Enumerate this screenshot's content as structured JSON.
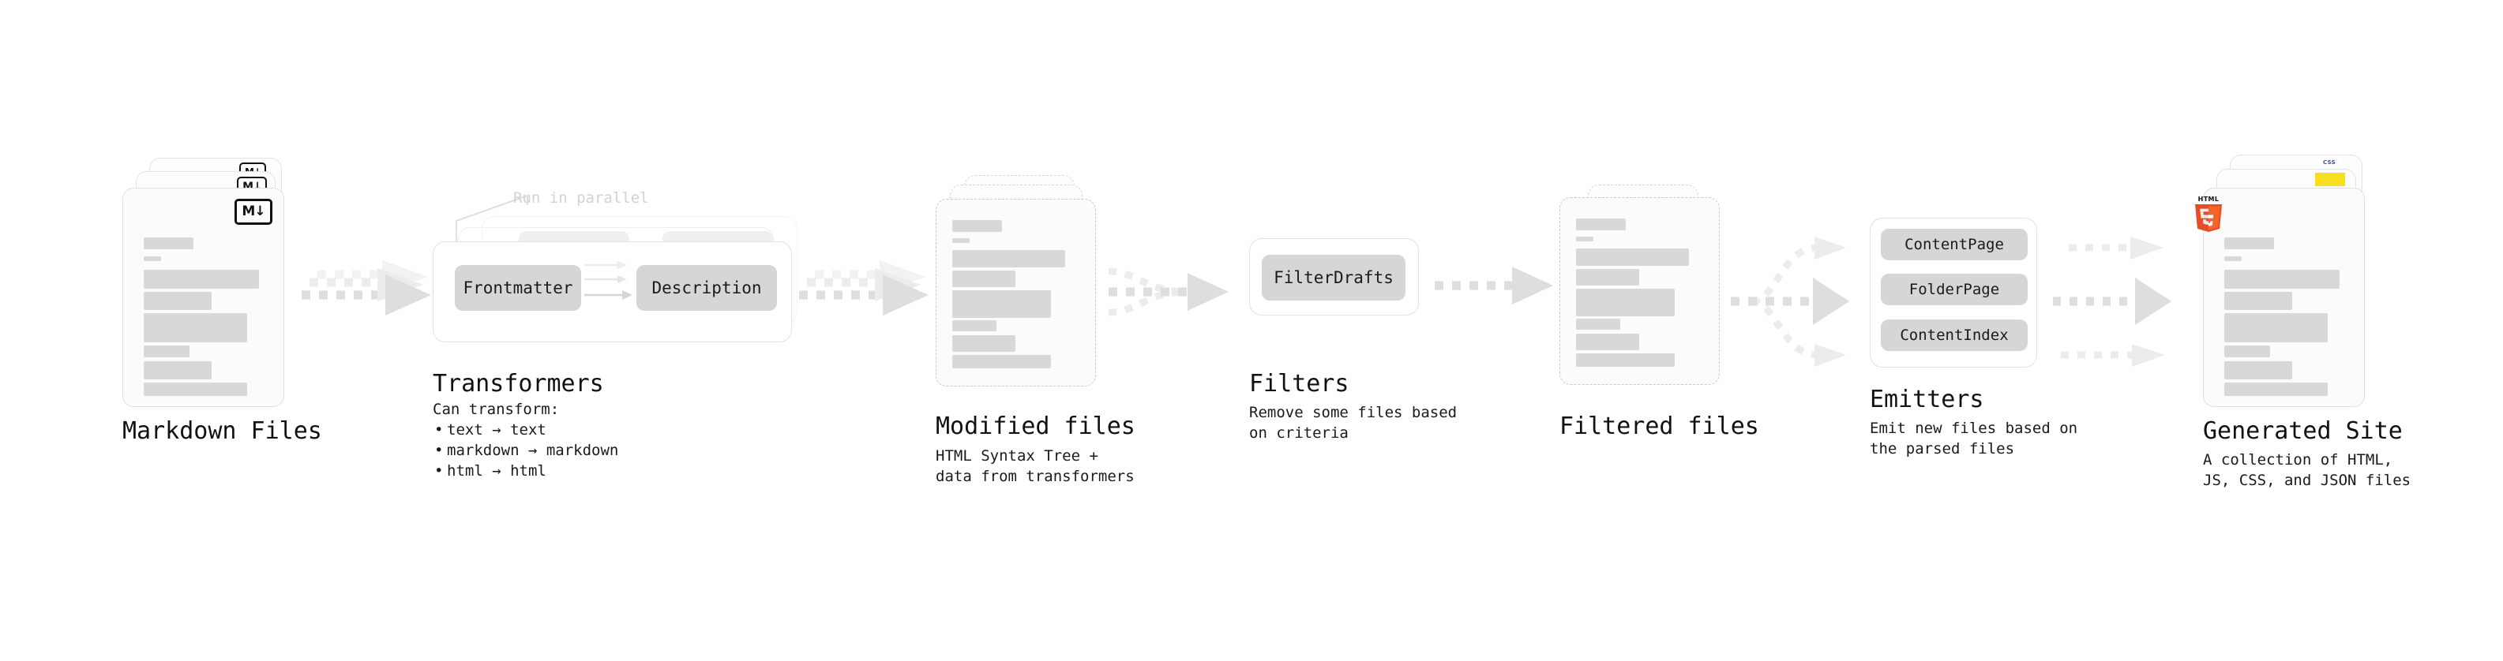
{
  "diagram": {
    "type": "pipeline-flow",
    "background": "#ffffff",
    "accent_muted": "#d8d8d8",
    "stages": [
      {
        "id": "markdown-files",
        "title": "Markdown Files",
        "subtitle": "",
        "kind": "file-stack",
        "badge": "markdown-icon",
        "badge_text": "M↓"
      },
      {
        "id": "transformers",
        "title": "Transformers",
        "kind": "process-group",
        "note": "Run in parallel",
        "bullets_lead": "Can transform:",
        "bullets": [
          "text → text",
          "markdown → markdown",
          "html → html"
        ],
        "chips": [
          "Frontmatter",
          "Description"
        ]
      },
      {
        "id": "modified-files",
        "title": "Modified files",
        "subtitle": "HTML Syntax Tree +\ndata from transformers",
        "kind": "file-stack-dashed"
      },
      {
        "id": "filters",
        "title": "Filters",
        "subtitle": "Remove some files based\non criteria",
        "kind": "process-group",
        "chips": [
          "FilterDrafts"
        ]
      },
      {
        "id": "filtered-files",
        "title": "Filtered files",
        "subtitle": "",
        "kind": "file-stack-dashed"
      },
      {
        "id": "emitters",
        "title": "Emitters",
        "subtitle": "Emit new files based on\nthe parsed files",
        "kind": "process-group",
        "chips": [
          "ContentPage",
          "FolderPage",
          "ContentIndex"
        ]
      },
      {
        "id": "generated-site",
        "title": "Generated Site",
        "subtitle": "A collection of HTML,\nJS, CSS, and JSON files",
        "kind": "file-stack",
        "badges": [
          "html5-icon",
          "js-icon",
          "css-icon"
        ],
        "badge_text_html5_word": "HTML",
        "badge_text_html5_num": "5",
        "badge_text_css": "CSS"
      }
    ],
    "connectors": [
      {
        "from": "markdown-files",
        "to": "transformers",
        "style": "dashed-triple-fan"
      },
      {
        "from": "transformers",
        "to": "modified-files",
        "style": "dashed-triple-fan"
      },
      {
        "from": "modified-files",
        "to": "filters",
        "style": "dashed-merge"
      },
      {
        "from": "filters",
        "to": "filtered-files",
        "style": "dashed-single"
      },
      {
        "from": "filtered-files",
        "to": "emitters",
        "style": "dashed-split-3"
      },
      {
        "from": "emitters",
        "to": "generated-site",
        "style": "dashed-parallel-3"
      }
    ]
  }
}
